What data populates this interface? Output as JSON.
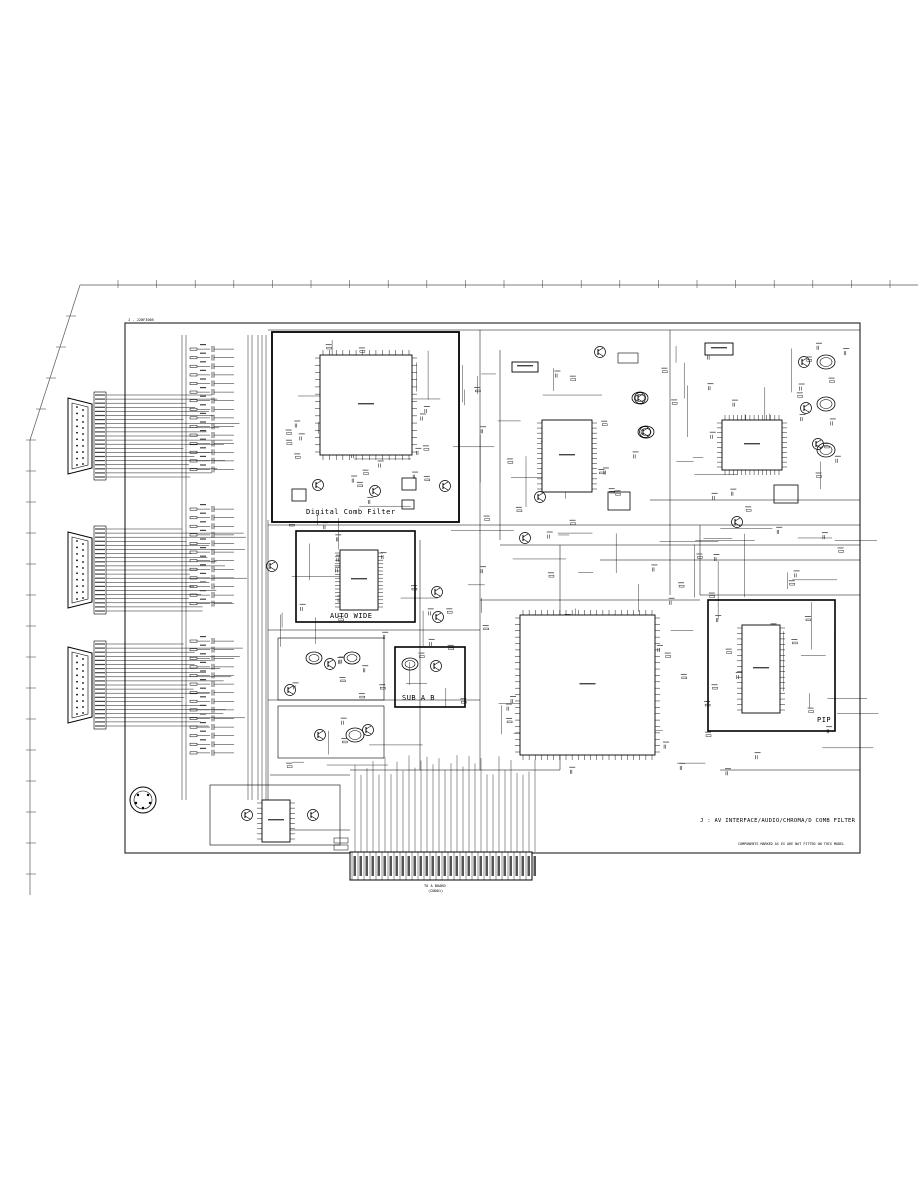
{
  "blocks": {
    "comb_filter": "Digital Comb Filter",
    "auto_wide": "AUTO WIDE",
    "sub_ab": "SUB A B",
    "pip": "PIP"
  },
  "sheet": {
    "board_ref": "J - J20F3005",
    "title": "J : AV INTERFACE/AUDIO/CHROMA/D COMB FILTER",
    "title_letter": "J",
    "note": "COMPONENTS MARKED AS EX ARE NOT FITTED ON THIS MODEL",
    "connector_label": "TO A BOARD",
    "connector_sub": "(CN001)"
  },
  "colors": {
    "line": "#000000",
    "background": "#ffffff",
    "frame": "#333333"
  }
}
